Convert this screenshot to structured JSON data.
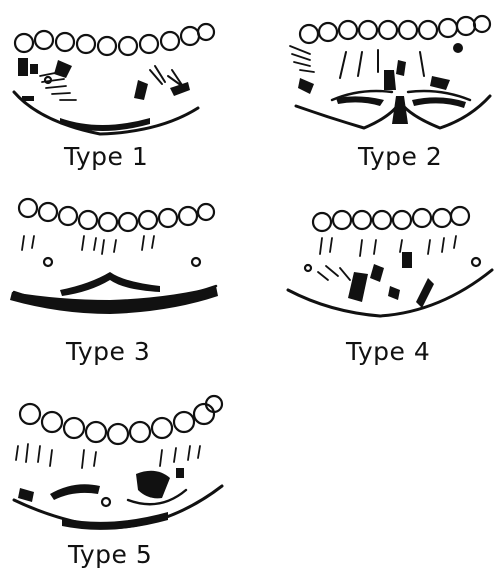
{
  "figure": {
    "panels": [
      {
        "label": "Type 1"
      },
      {
        "label": "Type 2"
      },
      {
        "label": "Type 3"
      },
      {
        "label": "Type 4"
      },
      {
        "label": "Type 5"
      }
    ]
  }
}
